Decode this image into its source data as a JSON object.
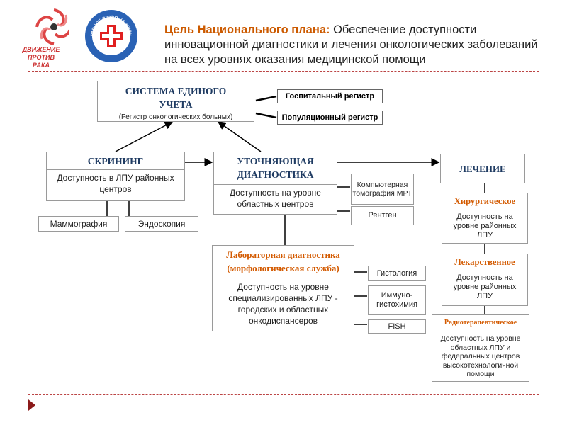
{
  "logos": {
    "left_logo_text": [
      "ДВИЖЕНИЕ",
      "ПРОТИВ",
      "РАКА"
    ],
    "circle_logo_text": "РАВНОЕ ПРАВО НА ЖИЗНЬ"
  },
  "header": {
    "title_highlight": "Цель Национального плана:",
    "title_rest": " Обеспечение доступности инновационной диагностики и лечения онкологических заболеваний на всех уровнях оказания медицинской помощи"
  },
  "diagram": {
    "unified": {
      "title": "СИСТЕМА ЕДИНОГО УЧЕТА",
      "sub": "(Регистр онкологических больных)"
    },
    "registers": [
      "Госпитальный регистр",
      "Популяционный регистр"
    ],
    "screening": {
      "title": "СКРИНИНГ",
      "sub": "Доступность в ЛПУ районных центров"
    },
    "screening_children": [
      "Маммография",
      "Эндоскопия"
    ],
    "refining": {
      "title": "УТОЧНЯЮЩАЯ ДИАГНОСТИКА",
      "sub": "Доступность на уровне областных центров"
    },
    "refining_children": [
      "Компьютерная томография МРТ",
      "Рентген"
    ],
    "lab": {
      "title": "Лабораторная диагностика (морфологическая служба)",
      "sub": "Доступность на уровне специализированных ЛПУ - городских и областных онкодиспансеров"
    },
    "lab_children": [
      "Гистология",
      "Иммуно-гистохимия",
      "FISH"
    ],
    "treatment": {
      "title": "ЛЕЧЕНИЕ"
    },
    "surgical": {
      "title": "Хирургическое",
      "sub": "Доступность на уровне районных ЛПУ"
    },
    "drug": {
      "title": "Лекарственное",
      "sub": "Доступность на уровне районных ЛПУ"
    },
    "radio": {
      "title": "Радиотерапевтическое",
      "sub": "Доступность на уровне областных  ЛПУ и федеральных центров высокотехнологичной помощи"
    }
  },
  "colors": {
    "accent": "#cc5a00",
    "heading_blue": "#1f3b62",
    "dash_red": "#b44",
    "nav_arrow": "#8b1a1a"
  },
  "icons": [
    "swirl-logo-icon",
    "red-cross-icon",
    "nav-arrow-icon"
  ]
}
